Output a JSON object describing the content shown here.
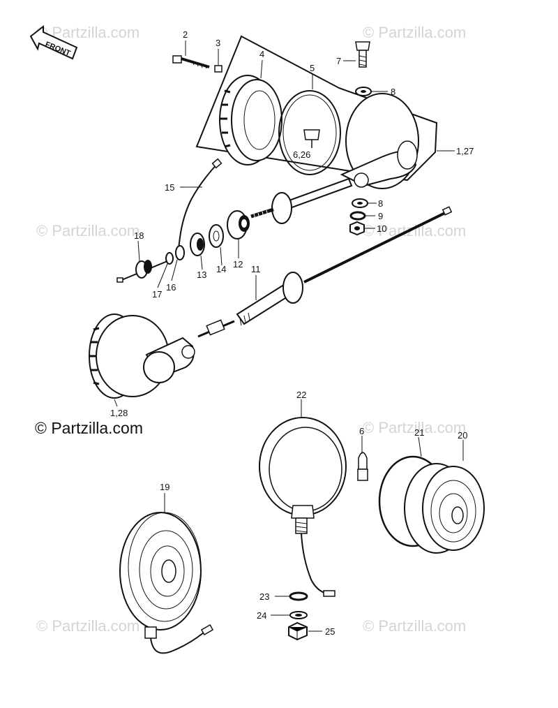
{
  "watermarks": {
    "main": "© Partzilla.com",
    "faint": "© Partzilla.com"
  },
  "front_arrow": "FRONT",
  "callouts": {
    "c1_27": "1,27",
    "c1_28": "1,28",
    "c2": "2",
    "c3": "3",
    "c4": "4",
    "c5": "5",
    "c6_26": "6,26",
    "c6": "6",
    "c7": "7",
    "c8a": "8",
    "c8b": "8",
    "c9": "9",
    "c10": "10",
    "c11": "11",
    "c12": "12",
    "c13": "13",
    "c14": "14",
    "c15": "15",
    "c16": "16",
    "c17": "17",
    "c18": "18",
    "c19": "19",
    "c20": "20",
    "c21": "21",
    "c22": "22",
    "c23": "23",
    "c24": "24",
    "c25": "25"
  },
  "colors": {
    "ink": "#111111",
    "watermark": "#d4d4d4",
    "background": "#ffffff"
  }
}
